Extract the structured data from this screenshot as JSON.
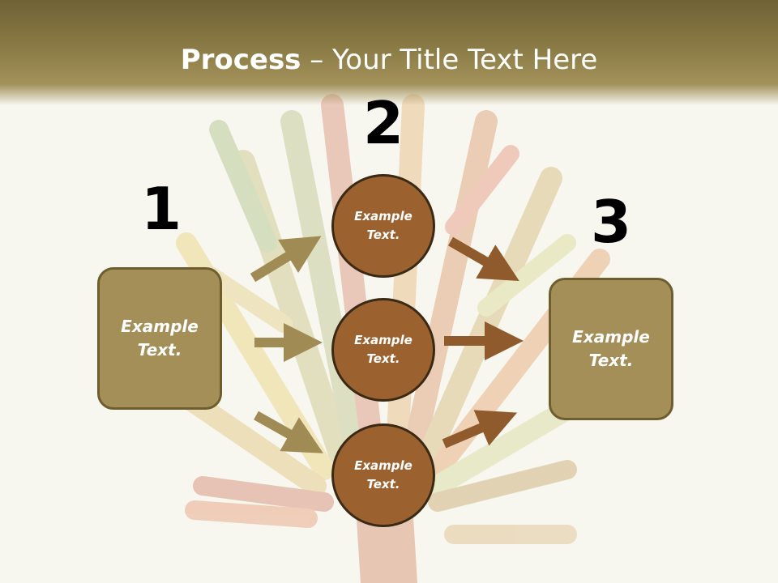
{
  "title": {
    "bold": "Process",
    "rest": " – Your Title Text Here"
  },
  "numbers": [
    "1",
    "2",
    "3"
  ],
  "left_box": "Example Text.",
  "right_box": "Example Text.",
  "circles": [
    "Example Text.",
    "Example Text.",
    "Example Text."
  ],
  "colors": {
    "header": "#8a7a45",
    "box_fill": "#a58f59",
    "circle_fill": "#9b622f",
    "arrow_left": "#a08b55",
    "arrow_right": "#8f5a2c"
  }
}
